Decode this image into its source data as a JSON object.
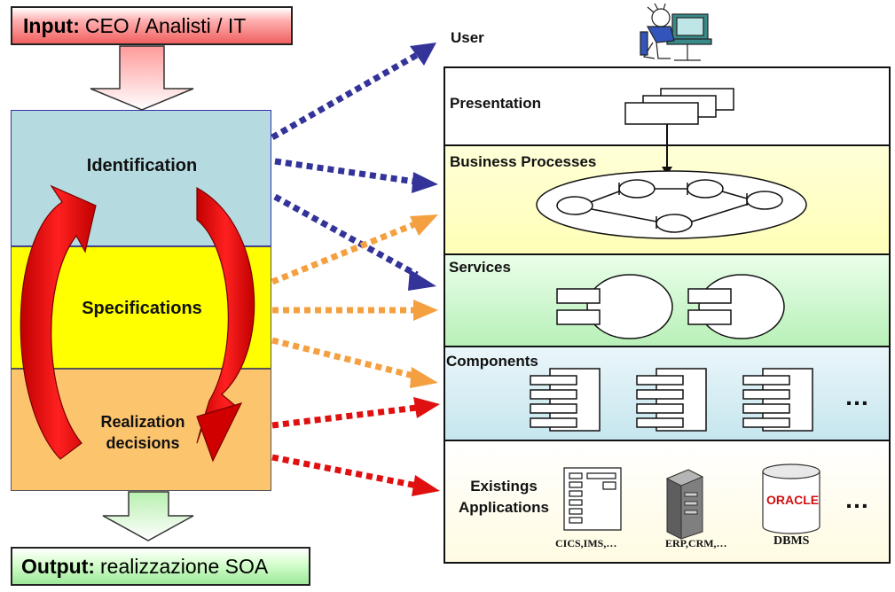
{
  "input": {
    "label": "Input:",
    "text": "CEO / Analisti / IT"
  },
  "output": {
    "label": "Output:",
    "text": "realizzazione SOA"
  },
  "cycle": {
    "identification": "Identification",
    "specifications": "Specifications",
    "realization": "Realization decisions"
  },
  "user": {
    "label": "User"
  },
  "layers": {
    "presentation": "Presentation",
    "business": "Business Processes",
    "services": "Services",
    "components": "Components",
    "existing": "Existings Applications"
  },
  "captions": {
    "cics": "CICS,IMS,…",
    "erp": "ERP,CRM,…",
    "dbms": "DBMS",
    "oracle_logo": "ORACLE"
  },
  "ellipsis": "…",
  "colors": {
    "identification": "#b5dbe0",
    "specifications": "#ffff00",
    "realization": "#fdc46e",
    "arrow_blue": "#333399",
    "arrow_orange": "#f5a040",
    "arrow_red": "#e01010",
    "cycle_arrow": "#e81010"
  }
}
